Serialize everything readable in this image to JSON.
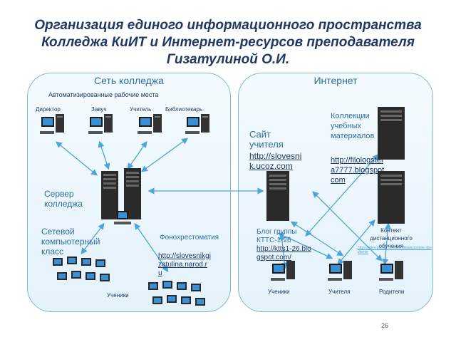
{
  "title": "Организация единого информационного пространства Колледжа КиИТ и Интернет-ресурсов преподавателя Гизатулиной О.И.",
  "college": {
    "title": "Сеть колледжа",
    "workplaces": "Автоматизированные рабочие места",
    "roles": [
      "Директор",
      "Завуч",
      "Учитель",
      "Библиотекарь"
    ],
    "server": "Сервер колледжа",
    "classroom": "Сетевой компьютерный класс",
    "phono_text": "Фонохрестоматия",
    "phono_link": "http://slovesnikgizatulina.narod.ru",
    "students": "Ученики"
  },
  "internet": {
    "title": "Интернет",
    "site_text": "Сайт учителя",
    "site_url": "http://slovesnik.ucoz.com",
    "collections_text": "Коллекции учебных материалов",
    "collections_url": "http://filologstefa7777.blogspot.com",
    "blog_text": "Блог группы КТТС-1-26",
    "blog_url": "http://ktts1-26.blogspot.com/",
    "distance_text": "Контент дистанционного обучения",
    "distance_url": "https://sites.google.com/site/distancionnoe obuchenie",
    "users": [
      "Ученики",
      "Учителя",
      "Родители"
    ]
  },
  "page_number": "26"
}
